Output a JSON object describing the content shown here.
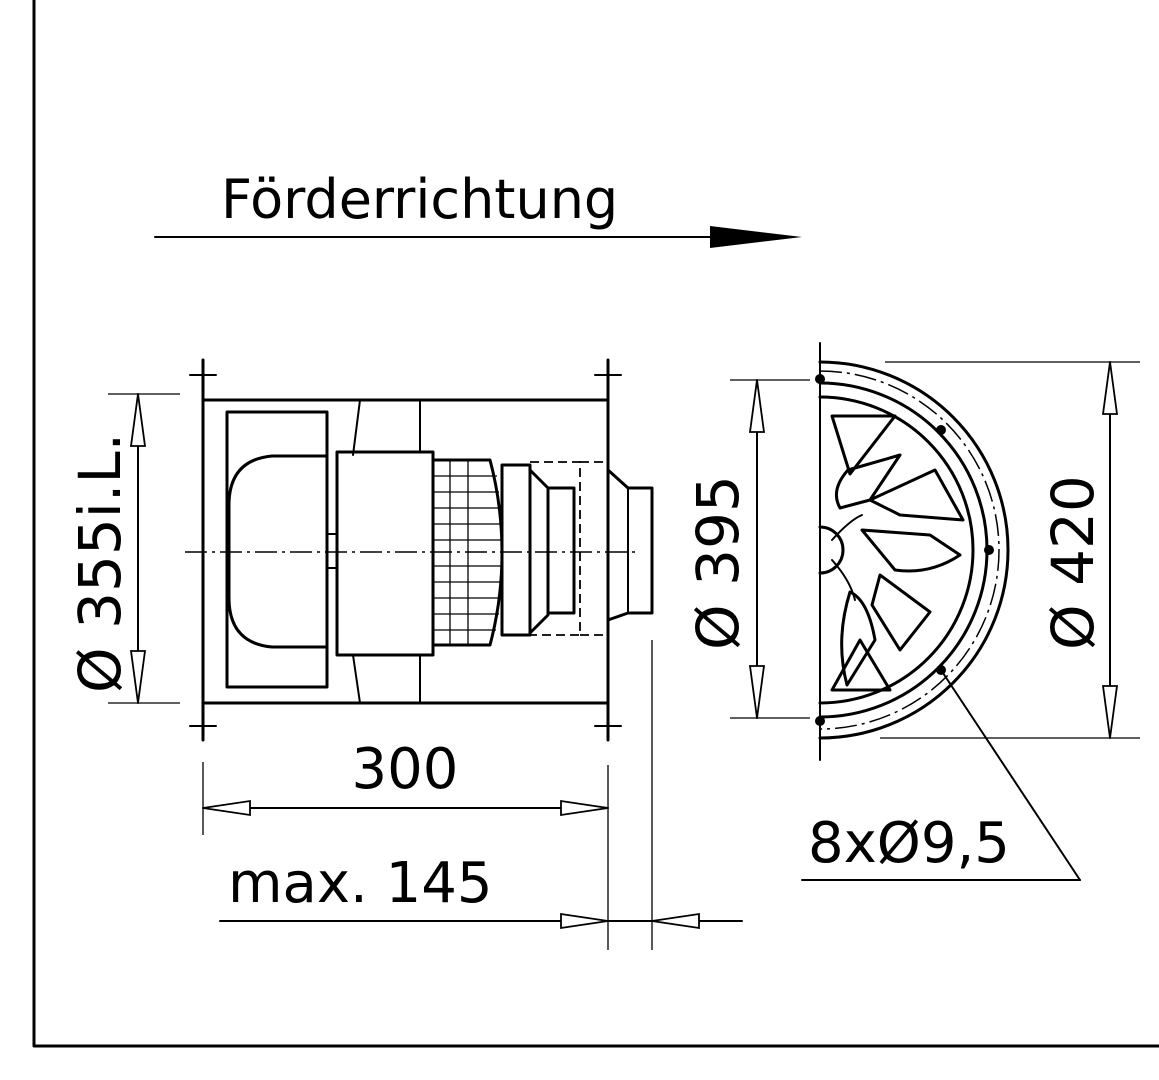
{
  "labels": {
    "flow_direction": "Förderrichtung",
    "inner_diameter": "Ø 355i.L.",
    "length": "300",
    "max_offset": "max. 145",
    "diameter_395": "Ø 395",
    "diameter_420": "Ø 420",
    "holes": "8xØ9,5"
  }
}
